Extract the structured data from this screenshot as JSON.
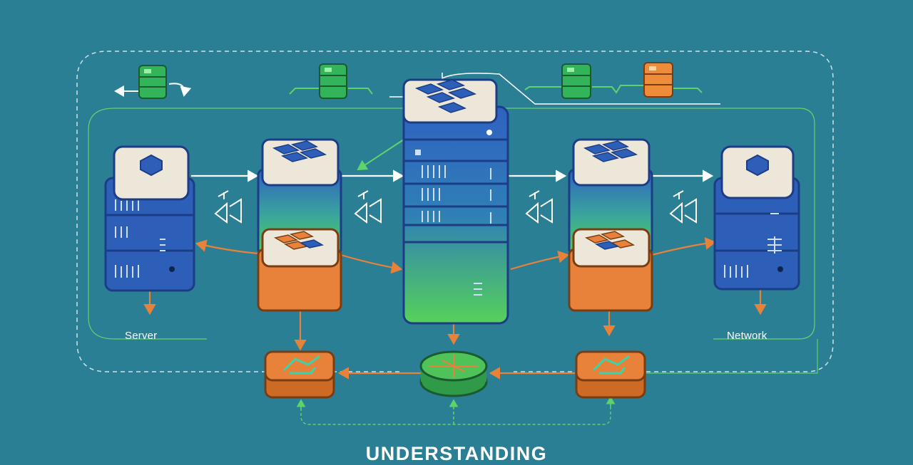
{
  "labels": {
    "server": "Server",
    "network": "Network"
  },
  "caption": "UNDERSTANDING",
  "colors": {
    "background": "#2a7f95",
    "blue": "#2d5fb8",
    "blue_dark": "#1c3d86",
    "green": "#4fc25a",
    "orange": "#e8823a",
    "cap": "#ece7d8",
    "arrow_white": "#ffffff",
    "arrow_orange": "#e8823a",
    "arrow_green": "#5ed36a"
  },
  "icons": [
    "server-icon",
    "database-icon",
    "switch-icon",
    "router-icon",
    "arrow-icon"
  ]
}
